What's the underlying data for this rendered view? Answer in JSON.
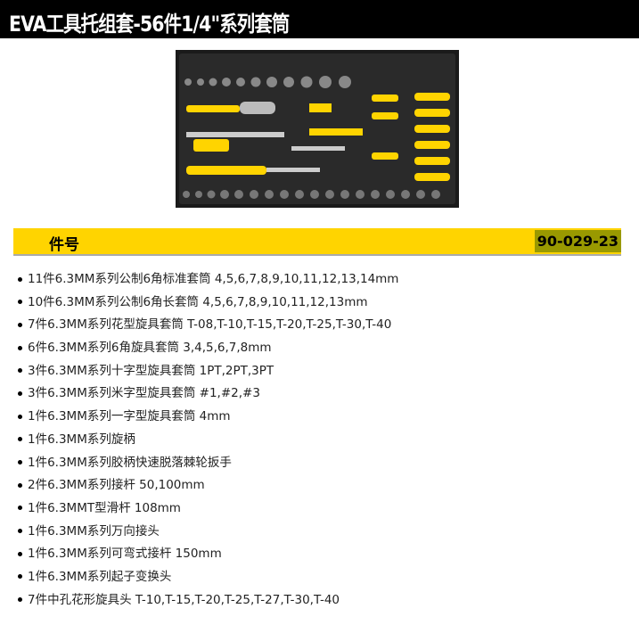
{
  "header": {
    "title": "EVA工具托组套-56件1/4\"系列套筒"
  },
  "part_bar": {
    "label": "件号",
    "part_number": "90-029-23"
  },
  "colors": {
    "accent": "#ffd400",
    "part_number_bg": "#999900",
    "header_bg": "#000000"
  },
  "items": [
    "11件6.3MM系列公制6角标准套筒 4,5,6,7,8,9,10,11,12,13,14mm",
    "10件6.3MM系列公制6角长套筒 4,5,6,7,8,9,10,11,12,13mm",
    "7件6.3MM系列花型旋具套筒 T-08,T-10,T-15,T-20,T-25,T-30,T-40",
    "6件6.3MM系列6角旋具套筒 3,4,5,6,7,8mm",
    "3件6.3MM系列十字型旋具套筒 1PT,2PT,3PT",
    "3件6.3MM系列米字型旋具套筒 #1,#2,#3",
    "1件6.3MM系列一字型旋具套筒 4mm",
    "1件6.3MM系列旋柄",
    "1件6.3MM系列胶柄快速脱落棘轮扳手",
    "2件6.3MM系列接杆 50,100mm",
    "1件6.3MMT型滑杆 108mm",
    "1件6.3MM系列万向接头",
    "1件6.3MM系列可弯式接杆 150mm",
    "1件6.3MM系列起子变换头",
    "7件中孔花形旋具头 T-10,T-15,T-20,T-25,T-27,T-30,T-40"
  ]
}
